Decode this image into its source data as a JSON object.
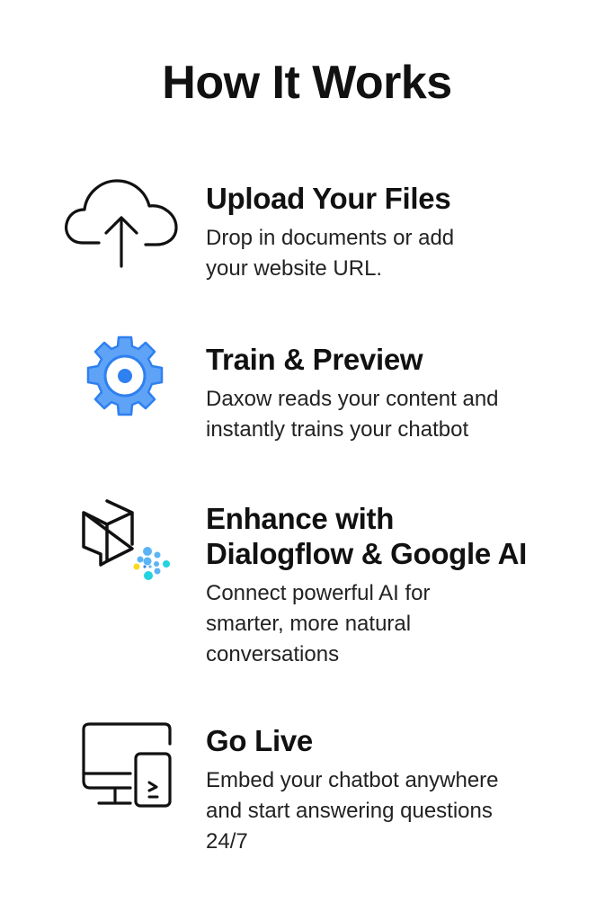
{
  "title": "How It Works",
  "steps": [
    {
      "icon": "cloud-upload-icon",
      "heading": "Upload Your Files",
      "body_lines": [
        "Drop in documents or add",
        "your website URL."
      ]
    },
    {
      "icon": "gear-icon",
      "heading": "Train & Preview",
      "body_lines": [
        "Daxow reads your content and",
        "instantly trains your chatbot"
      ]
    },
    {
      "icon": "dialogflow-icon",
      "heading_lines": [
        "Enhance with",
        "Dialogflow & Google AI"
      ],
      "body_lines": [
        "Connect powerful AI for",
        "smarter, more natural",
        "conversations"
      ]
    },
    {
      "icon": "desktop-mobile-icon",
      "heading": "Go Live",
      "body_lines": [
        "Embed your chatbot anywhere",
        "and start answering questions",
        "24/7"
      ]
    }
  ],
  "colors": {
    "gear": "#5fa3f7",
    "gear_stroke": "#2f80f0",
    "dot_blue": "#5ab4f5",
    "dot_cyan": "#22d3e0",
    "dot_yellow": "#fad81e"
  }
}
